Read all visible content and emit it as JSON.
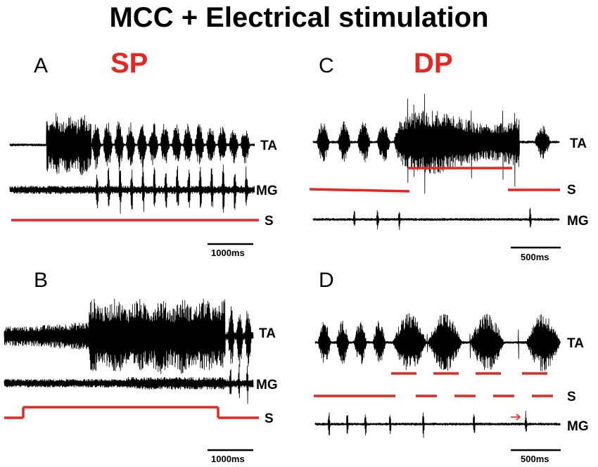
{
  "figure": {
    "title": "MCC + Electrical stimulation",
    "colors": {
      "stimulation": "#e8251f",
      "trace": "#000000"
    },
    "panels": [
      {
        "id": "a",
        "label": "A",
        "condition": "SP",
        "scale_bar": "1000ms",
        "traces": [
          {
            "label": "TA"
          },
          {
            "label": "MG"
          }
        ],
        "stim_label": "S"
      },
      {
        "id": "b",
        "label": "B",
        "traces": [
          {
            "label": "TA"
          },
          {
            "label": "MG"
          }
        ],
        "stim_label": "S",
        "scale_bar": "1000ms"
      },
      {
        "id": "c",
        "label": "C",
        "condition": "DP",
        "traces": [
          {
            "label": "TA"
          },
          {
            "label": "MG"
          }
        ],
        "stim_label": "S",
        "scale_bar": "500ms"
      },
      {
        "id": "d",
        "label": "D",
        "traces": [
          {
            "label": "TA"
          },
          {
            "label": "MG"
          }
        ],
        "stim_label": "S",
        "scale_bar": "500ms"
      }
    ]
  }
}
